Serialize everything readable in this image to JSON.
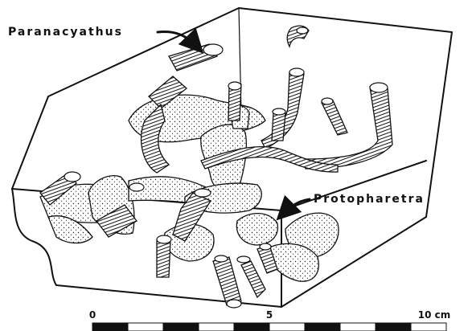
{
  "labels": {
    "paranacyathus": "Paranacyathus",
    "protopharetra": "Protopharetra"
  },
  "scale_bar": {
    "tick_start": "0",
    "tick_mid": "5",
    "tick_end": "10 cm",
    "segments": 10
  }
}
